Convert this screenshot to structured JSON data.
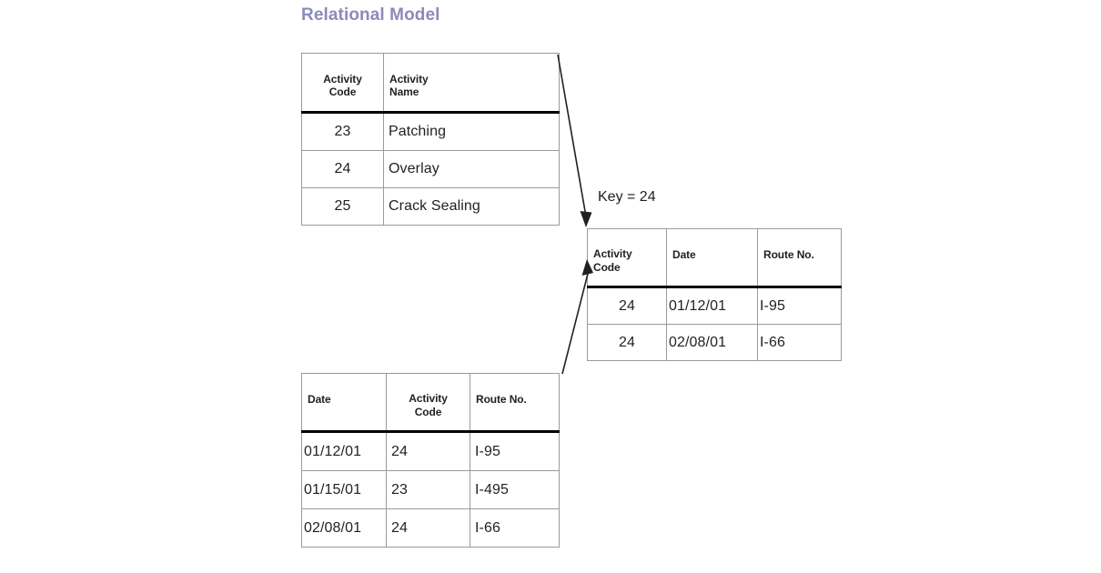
{
  "page": {
    "title": "Relational Model",
    "title_color": "#8b8bba",
    "background": "#ffffff"
  },
  "annotations": {
    "key_label": "Key = 24",
    "arrow_top_name": "arrow-activity-to-joined",
    "arrow_bottom_name": "arrow-records-to-joined"
  },
  "tables": {
    "activity": {
      "name": "activity-catalogue-table",
      "headers": [
        "Activity Code",
        "Activity Name"
      ],
      "header_lines": [
        [
          "Activity",
          "Code"
        ],
        [
          "Activity",
          "Name"
        ]
      ],
      "rows": [
        [
          "23",
          "Patching"
        ],
        [
          "24",
          "Overlay"
        ],
        [
          "25",
          "Crack Sealing"
        ]
      ]
    },
    "joined": {
      "name": "joined-result-table",
      "headers": [
        "Activity Code",
        "Date",
        "Route No."
      ],
      "header_lines": [
        [
          "Activity",
          "Code"
        ],
        [
          "Date"
        ],
        [
          "Route No."
        ]
      ],
      "rows": [
        [
          "24",
          "01/12/01",
          "I-95"
        ],
        [
          "24",
          "02/08/01",
          "I-66"
        ]
      ]
    },
    "records": {
      "name": "work-records-table",
      "headers": [
        "Date",
        "Activity Code",
        "Route No."
      ],
      "header_lines": [
        [
          "Date"
        ],
        [
          "Activity",
          "Code"
        ],
        [
          "Route No."
        ]
      ],
      "rows": [
        [
          "01/12/01",
          "24",
          "I-95"
        ],
        [
          "01/15/01",
          "23",
          "I-495"
        ],
        [
          "02/08/01",
          "24",
          "I-66"
        ]
      ]
    }
  }
}
